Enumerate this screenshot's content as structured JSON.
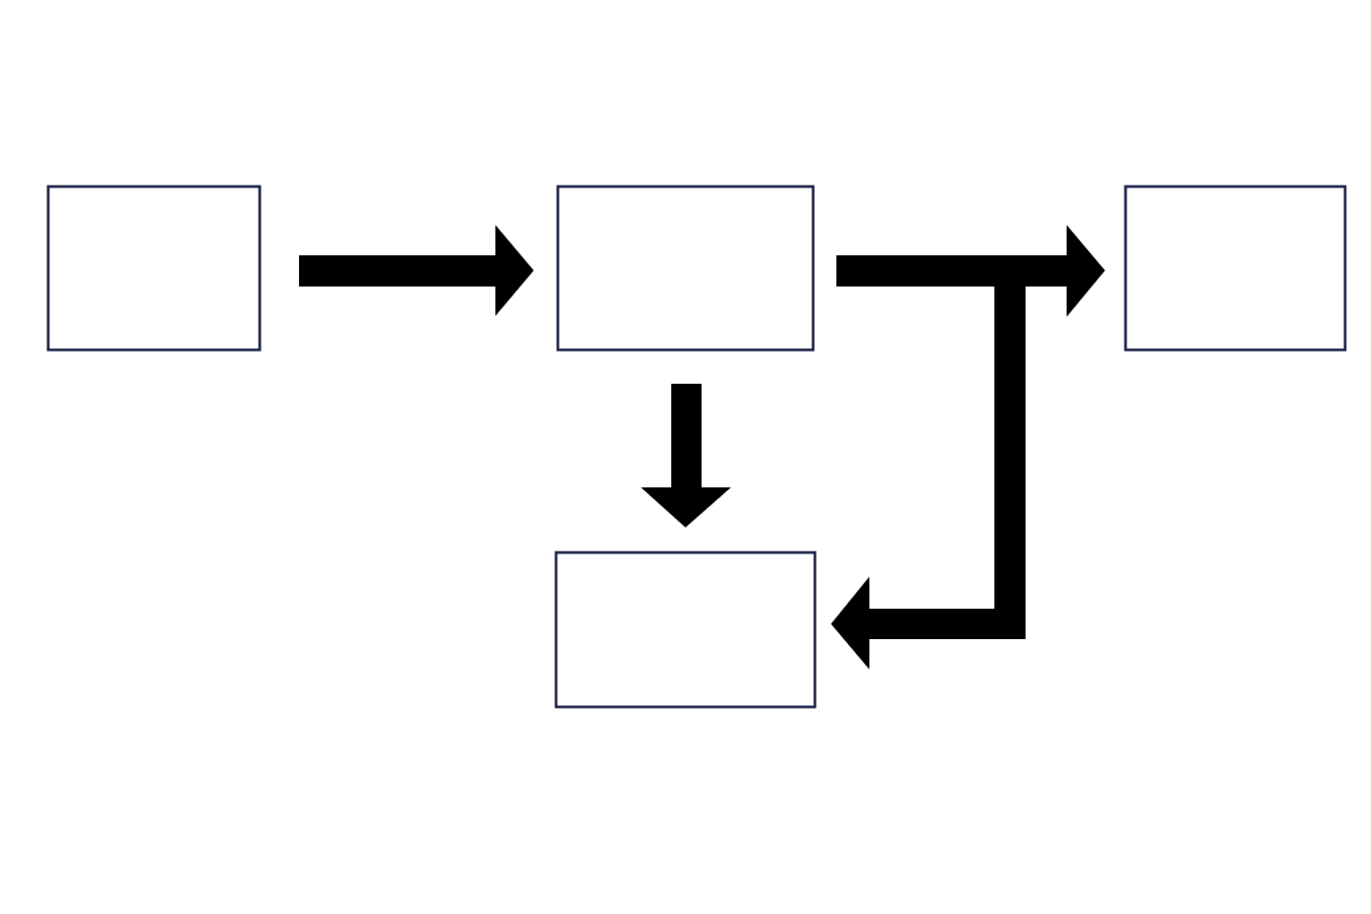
{
  "colors": {
    "background": "#ffffff",
    "box_stroke": "#1a2044",
    "arrow_fill": "#000000"
  },
  "nodes": [
    {
      "id": "left",
      "label": ""
    },
    {
      "id": "center",
      "label": ""
    },
    {
      "id": "right",
      "label": ""
    },
    {
      "id": "bottom",
      "label": ""
    }
  ],
  "edges": [
    {
      "from": "left",
      "to": "center"
    },
    {
      "from": "center",
      "to": "right"
    },
    {
      "from": "center",
      "to": "bottom"
    },
    {
      "from": "center",
      "to": "bottom",
      "via": "right-loop"
    }
  ]
}
